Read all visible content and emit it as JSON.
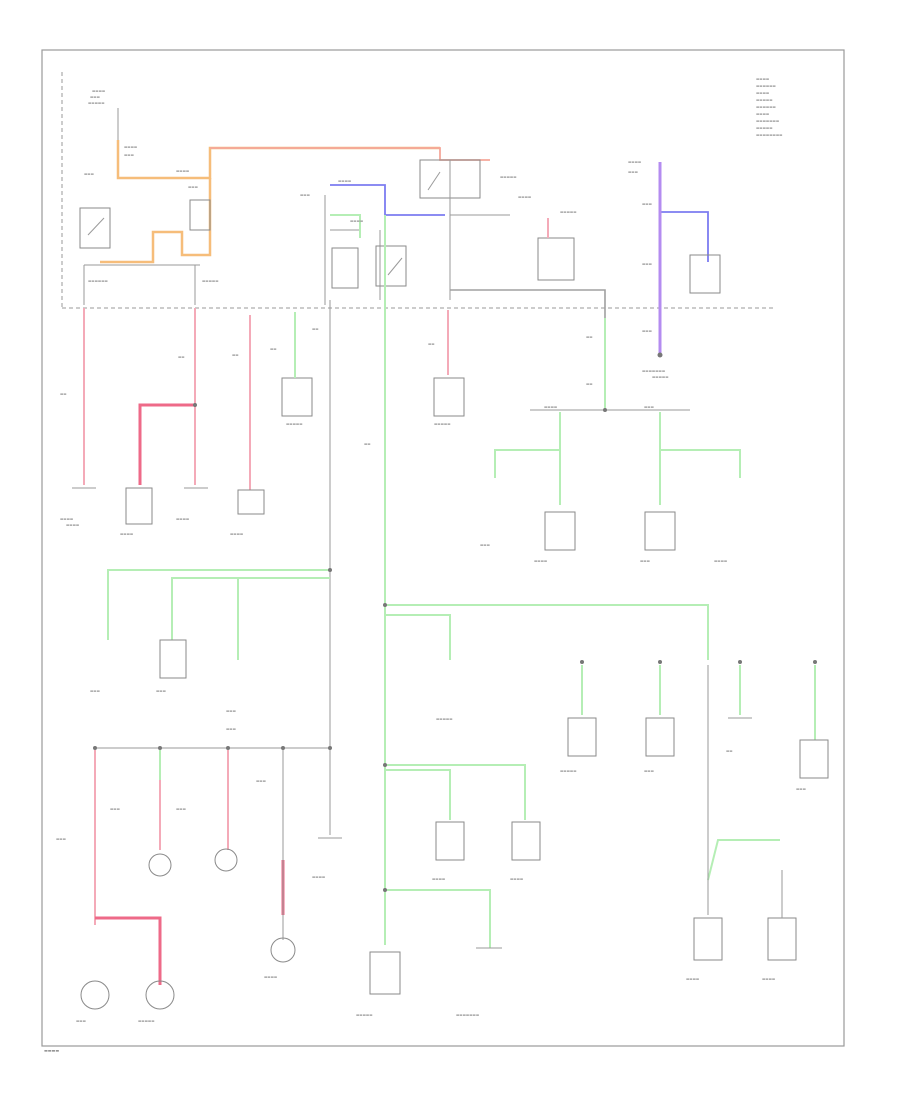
{
  "diagram": {
    "corner_code": "FOOTNOTE",
    "legend_block": "RELAY CIRCUIT CONNECTION CHART",
    "splice_labels": [
      "S302",
      "S303",
      "S304",
      "S305",
      "S306"
    ],
    "component_labels": [
      "LEFT HEADLAMP",
      "RIGHT HEADLAMP",
      "RIGHT FRONT SIDE MARKER LAMP",
      "LEFT FRONT SIDE MARKER LAMP",
      "INSTRUMENT CLUSTER",
      "LICENSE LAMP",
      "LEFT REAR SIDE MARKER LAMP",
      "RIGHT REAR SIDE MARKER LAMP",
      "RADIO",
      "CIGAR LIGHTER",
      "HAZARD SWITCH",
      "TAIL LAMP RELAY",
      "HEADLAMP SWITCH",
      "DIMMER SWITCH",
      "PARK LAMP RELAY",
      "CLOCK",
      "HEATER CONTROL",
      "A/C SWITCH",
      "RHEOSTAT"
    ]
  },
  "colors": {
    "green": "#b5eeb5",
    "pink": "#f4aab8",
    "dark_pink": "#ee6a88",
    "orange": "#f6bd7a",
    "salmon": "#f5a79a",
    "blue": "#7c7cf0",
    "violet": "#b48cf0",
    "frame": "#9a9a9a"
  }
}
